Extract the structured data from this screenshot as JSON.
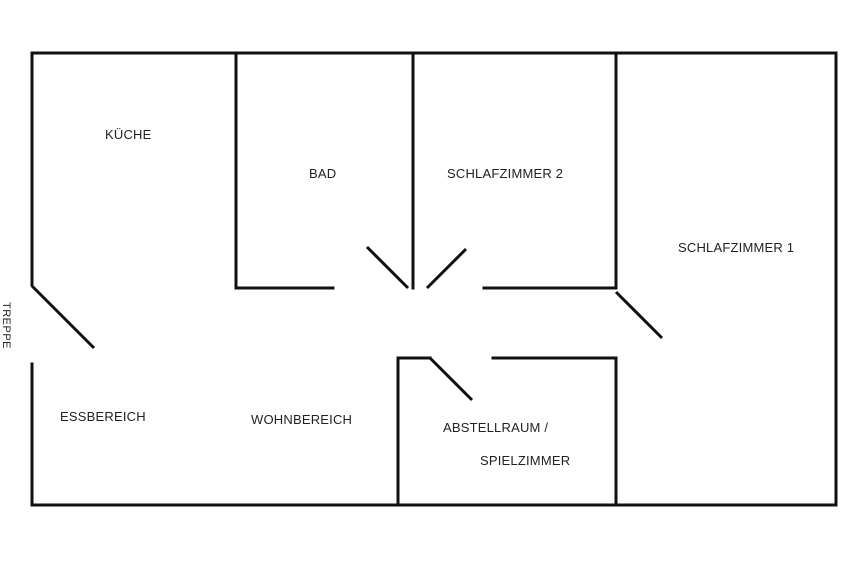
{
  "rooms": {
    "kitchen": "KÜCHE",
    "bath": "BAD",
    "bedroom2": "SCHLAFZIMMER 2",
    "bedroom1": "SCHLAFZIMMER 1",
    "dining": "ESSBEREICH",
    "living": "WOHNBEREICH",
    "storage_line1": "ABSTELLRAUM /",
    "storage_line2": "SPIELZIMMER"
  },
  "stairs_label": "TREPPE"
}
